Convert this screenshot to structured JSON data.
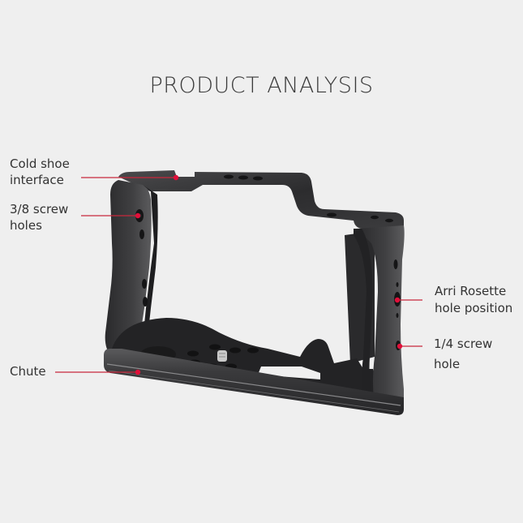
{
  "title": "PRODUCT ANALYSIS",
  "accent_color": "#c8283c",
  "callouts": {
    "cold_shoe": {
      "line1": "Cold shoe",
      "line2": "interface"
    },
    "screw_38": {
      "line1": "3/8 screw",
      "line2": "holes"
    },
    "chute": {
      "line1": "Chute"
    },
    "arri": {
      "line1": "Arri Rosette",
      "line2": "hole position"
    },
    "screw_14": {
      "line1": "1/4 screw",
      "line2": "hole"
    }
  },
  "product": {
    "name": "camera-cage",
    "material_color": "#2e2e30"
  }
}
